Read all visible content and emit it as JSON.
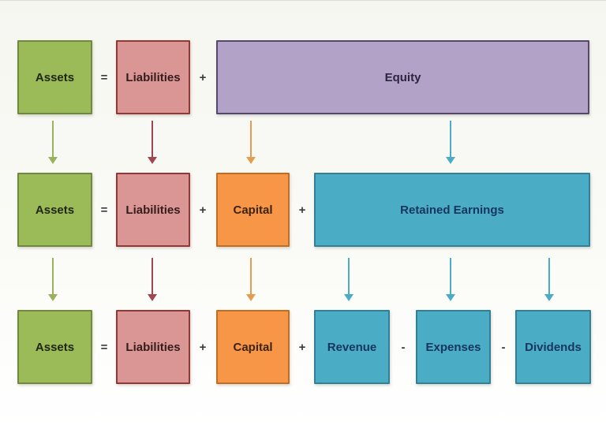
{
  "diagram": {
    "rows": [
      {
        "boxes": [
          {
            "label": "Assets"
          },
          {
            "label": "Liabilities"
          },
          {
            "label": "Equity"
          }
        ],
        "operators": [
          "=",
          "+"
        ]
      },
      {
        "boxes": [
          {
            "label": "Assets"
          },
          {
            "label": "Liabilities"
          },
          {
            "label": "Capital"
          },
          {
            "label": "Retained Earnings"
          }
        ],
        "operators": [
          "=",
          "+",
          "+"
        ]
      },
      {
        "boxes": [
          {
            "label": "Assets"
          },
          {
            "label": "Liabilities"
          },
          {
            "label": "Capital"
          },
          {
            "label": "Revenue"
          },
          {
            "label": "Expenses"
          },
          {
            "label": "Dividends"
          }
        ],
        "operators": [
          "=",
          "+",
          "+",
          "-",
          "-"
        ]
      }
    ],
    "arrow_icon": "down-arrow",
    "colors": {
      "assets_fill": "#9bbb59",
      "assets_border": "#71893f",
      "liabilities_fill": "#d99694",
      "liabilities_border": "#953735",
      "equity_fill": "#b2a2c7",
      "equity_border": "#55496b",
      "capital_fill": "#f79646",
      "capital_border": "#c06e22",
      "teal_fill": "#4bacc6",
      "teal_border": "#337f96",
      "arrow_green": "#9cb160",
      "arrow_red": "#a04650",
      "arrow_orange": "#e59c50",
      "arrow_blue": "#4bacc6"
    }
  }
}
